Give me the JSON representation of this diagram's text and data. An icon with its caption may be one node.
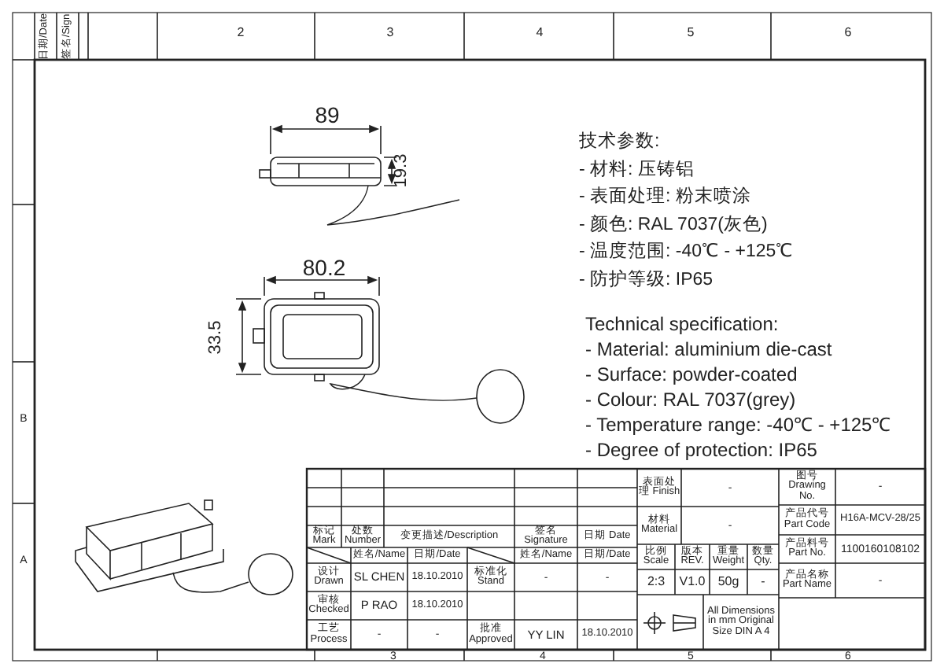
{
  "diagram": {
    "labels": [
      "日期/Date",
      "签名/Sign",
      "2",
      "3",
      "4",
      "5",
      "6",
      "89",
      "19.3",
      "技术参数:",
      "- 材料: 压铸铝",
      "- 表面处理: 粉末喷涂",
      "- 颜色: RAL 7037(灰色)",
      "- 温度范围: -40℃ - +125℃",
      "- 防护等级: IP65",
      "80.2",
      "33.5",
      "B",
      "A",
      "Technical specification:",
      "- Material: aluminium die-cast",
      "- Surface: powder-coated",
      "- Colour: RAL 7037(grey)",
      "- Temperature range: -40℃ - +125℃",
      "- Degree of protection: IP65",
      "表面处理 Finish",
      "-",
      "图号 Drawing No.",
      "-",
      "产品代号 Part Code",
      "H16A-MCV-28/25",
      "标记 Mark",
      "处数 Number",
      "变更描述/Description",
      "签名 Signature",
      "日期 Date",
      "材料 Material",
      "-",
      "产品料号 Part No.",
      "1100160108102",
      "姓名/Name",
      "日期/Date",
      "姓名/Name",
      "日期/Date",
      "比例 Scale",
      "版本 REV.",
      "重量 Weight",
      "数量 Qty.",
      "产品名称 Part Name",
      "-",
      "设计 Drawn",
      "SL CHEN",
      "18.10.2010",
      "标准化 Stand",
      "-",
      "-",
      "2:3",
      "V1.0",
      "50g",
      "-",
      "审核 Checked",
      "P RAO",
      "18.10.2010",
      "工艺 Process",
      "-",
      "-",
      "批准 Approved",
      "YY LIN",
      "18.10.2010",
      "All Dimensions in mm Original Size DIN A 4",
      "3",
      "4",
      "5",
      "6"
    ]
  }
}
